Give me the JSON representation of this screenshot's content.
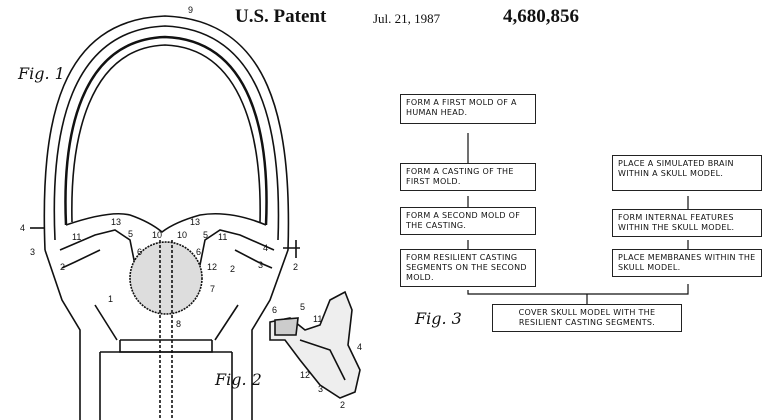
{
  "header": {
    "title": "U.S. Patent",
    "date": "Jul. 21, 1987",
    "number": "4,680,856"
  },
  "figures": {
    "fig1": {
      "label": "Fig. 1",
      "refs": [
        "9",
        "13",
        "13",
        "11",
        "5",
        "10",
        "10",
        "5",
        "11",
        "4",
        "4",
        "6",
        "6",
        "2",
        "12",
        "3",
        "3",
        "2",
        "2",
        "7",
        "1",
        "8"
      ]
    },
    "fig2": {
      "label": "Fig. 2",
      "refs": [
        "6",
        "5",
        "11",
        "4",
        "12",
        "3",
        "2"
      ]
    },
    "fig3": {
      "label": "Fig. 3",
      "left_steps": [
        "FORM A FIRST MOLD OF A HUMAN HEAD.",
        "FORM A CASTING OF THE FIRST MOLD.",
        "FORM A SECOND MOLD OF THE CASTING.",
        "FORM RESILIENT CASTING SEGMENTS ON THE SECOND MOLD."
      ],
      "right_steps": [
        "PLACE A SIMULATED BRAIN WITHIN A SKULL MODEL.",
        "FORM INTERNAL FEATURES WITHIN THE SKULL MODEL.",
        "PLACE MEMBRANES WITHIN THE SKULL MODEL."
      ],
      "final_step": "COVER SKULL MODEL WITH THE RESILIENT CASTING SEGMENTS."
    }
  }
}
